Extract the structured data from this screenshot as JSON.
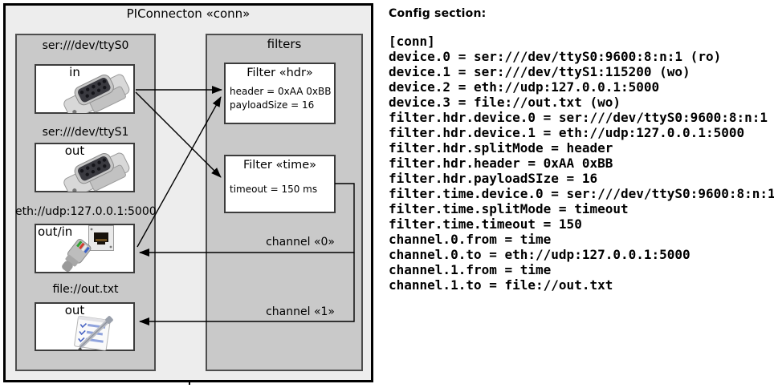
{
  "diagram": {
    "title": "PIConnecton «conn»",
    "devices": [
      {
        "label": "ser:///dev/ttyS0",
        "direction": "in"
      },
      {
        "label": "ser:///dev/ttyS1",
        "direction": "out"
      },
      {
        "label": "eth://udp:127.0.0.1:5000",
        "direction": "out/in"
      },
      {
        "label": "file://out.txt",
        "direction": "out"
      }
    ],
    "filters_panel_title": "filters",
    "filters": [
      {
        "title": "Filter «hdr»",
        "properties": [
          "header = 0xAA 0xBB",
          "payloadSize = 16"
        ]
      },
      {
        "title": "Filter «time»",
        "properties": [
          "timeout = 150 ms"
        ]
      }
    ],
    "channels": [
      {
        "label": "channel «0»"
      },
      {
        "label": "channel «1»"
      }
    ]
  },
  "config": {
    "heading": "Config section:",
    "lines": [
      "[conn]",
      "device.0 = ser:///dev/ttyS0:9600:8:n:1 (ro)",
      "device.1 = ser:///dev/ttyS1:115200 (wo)",
      "device.2 = eth://udp:127.0.0.1:5000",
      "device.3 = file://out.txt (wo)",
      "filter.hdr.device.0 = ser:///dev/ttyS0:9600:8:n:1",
      "filter.hdr.device.1 = eth://udp:127.0.0.1:5000",
      "filter.hdr.splitMode = header",
      "filter.hdr.header = 0xAA 0xBB",
      "filter.hdr.payloadSIze = 16",
      "filter.time.device.0 = ser:///dev/ttyS0:9600:8:n:1",
      "filter.time.splitMode = timeout",
      "filter.time.timeout = 150",
      "channel.0.from = time",
      "channel.0.to = eth://udp:127.0.0.1:5000",
      "channel.1.from = time",
      "channel.1.to = file://out.txt"
    ]
  },
  "colors": {
    "outer_fill": "#ededed",
    "panel_fill": "#c9c9c9",
    "box_fill": "#ffffff",
    "line": "#000000"
  }
}
